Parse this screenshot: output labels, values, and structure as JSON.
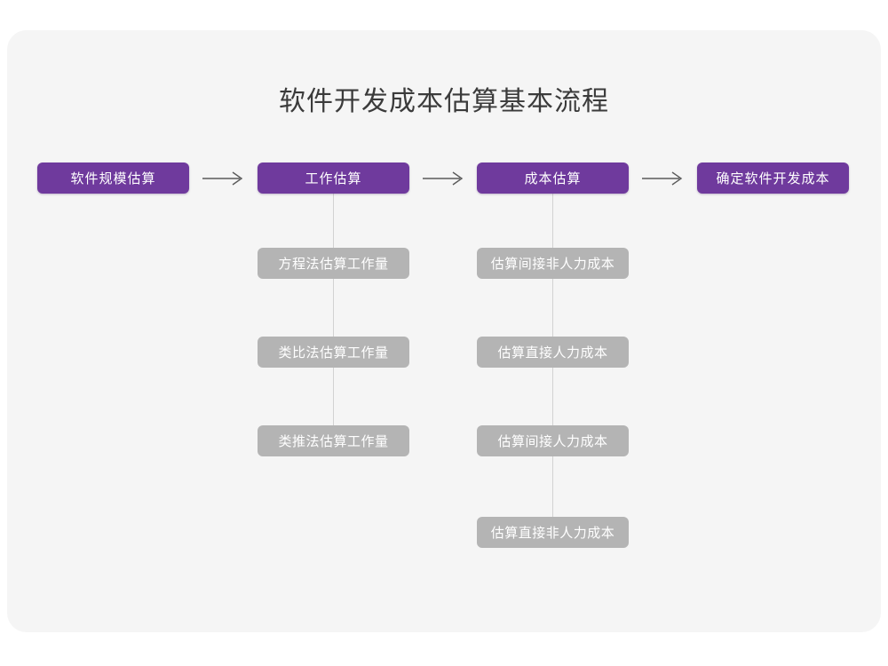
{
  "page": {
    "background_color": "#ffffff",
    "card_color": "#f5f5f5"
  },
  "diagram": {
    "title": "软件开发成本估算基本流程",
    "type": "flowchart",
    "colors": {
      "primary_node": "#6f3a9d",
      "primary_text": "#ffffff",
      "secondary_node": "#b4b4b4",
      "secondary_text": "#ffffff",
      "connector": "#d2d2d2",
      "arrow": "#5a5a5a",
      "title_text": "#3b3b3b"
    },
    "main_flow": [
      {
        "label": "软件规模估算"
      },
      {
        "label": "工作估算"
      },
      {
        "label": "成本估算"
      },
      {
        "label": "确定软件开发成本"
      }
    ],
    "arrows": [
      {
        "glyph": "arrow-right",
        "from": "软件规模估算",
        "to": "工作估算"
      },
      {
        "glyph": "arrow-right",
        "from": "工作估算",
        "to": "成本估算"
      },
      {
        "glyph": "arrow-right",
        "from": "成本估算",
        "to": "确定软件开发成本"
      }
    ],
    "branches": [
      {
        "parent": "工作估算",
        "items": [
          {
            "label": "方程法估算工作量"
          },
          {
            "label": "类比法估算工作量"
          },
          {
            "label": "类推法估算工作量"
          }
        ]
      },
      {
        "parent": "成本估算",
        "items": [
          {
            "label": "估算间接非人力成本"
          },
          {
            "label": "估算直接人力成本"
          },
          {
            "label": "估算间接人力成本"
          },
          {
            "label": "估算直接非人力成本"
          }
        ]
      }
    ]
  }
}
